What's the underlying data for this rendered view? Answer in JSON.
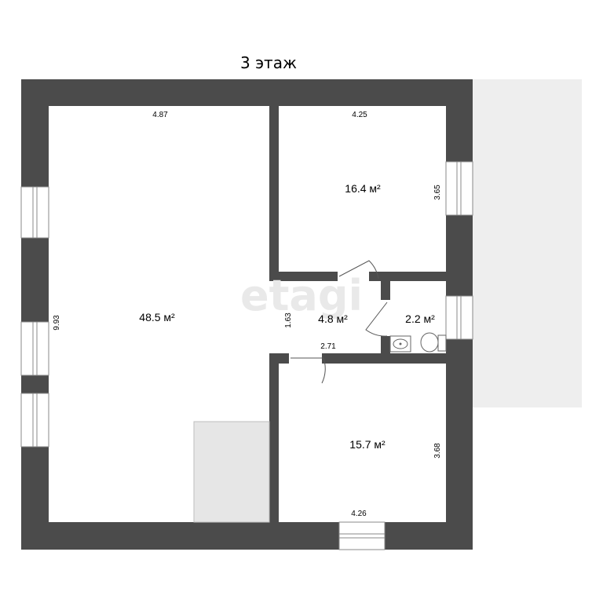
{
  "title": "3 этаж",
  "watermark": "etagi",
  "colors": {
    "wall": "#4b4b4b",
    "background": "#ffffff",
    "balcony": "#eeeeee",
    "stair": "#e6e6e6",
    "text": "#1a1a1a"
  },
  "rooms": [
    {
      "id": "big-room",
      "area": "48.5 м²"
    },
    {
      "id": "room-top-right",
      "area": "16.4 м²"
    },
    {
      "id": "corridor",
      "area": "4.8 м²"
    },
    {
      "id": "bathroom",
      "area": "2.2 м²"
    },
    {
      "id": "room-bottom-right",
      "area": "15.7 м²"
    }
  ],
  "dimensions": {
    "big_room_width": "4.87",
    "big_room_height": "9.93",
    "top_right_width": "4.25",
    "top_right_height": "3.65",
    "corridor_height": "1.63",
    "corridor_width": "2.71",
    "bottom_right_height": "3.68",
    "bottom_right_width": "4.26"
  }
}
